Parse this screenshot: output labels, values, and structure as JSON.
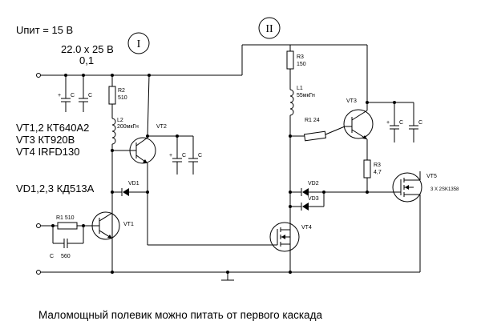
{
  "supply_label": "Uпит = 15 В",
  "input_cap_rating": "22.0 х 25 В",
  "input_cap_value": "0,1",
  "stage_labels": {
    "stage1": "I",
    "stage2": "II"
  },
  "parts_list": [
    "VT1,2  КТ640А2",
    "VT3  КТ920В",
    "VT4  IRFD130"
  ],
  "diode_spec": "VD1,2,3 КД513А",
  "components": {
    "c_generic": "C",
    "c_plus": "+",
    "r2_name": "R2",
    "r2_value": "510",
    "l2_name": "L2",
    "l2_value": "200мкГн",
    "vt2": "VT2",
    "vd1": "VD1",
    "r1_in": "R1  510",
    "vt1": "VT1",
    "c_560": "C",
    "c_560_value": "560",
    "r3_top_name": "R3",
    "r3_top_value": "150",
    "l1_name": "L1",
    "l1_value": "55мкГн",
    "vt3": "VT3",
    "r1_24": "R1  24",
    "vd2": "VD2",
    "vd3": "VD3",
    "r3_bot_name": "R3",
    "r3_bot_value": "4,7",
    "vt4": "VT4",
    "vt5": "VT5",
    "vt5_spec": "3 Х 2SK1358"
  },
  "caption": "Маломощный полевик можно питать от первого каскада"
}
